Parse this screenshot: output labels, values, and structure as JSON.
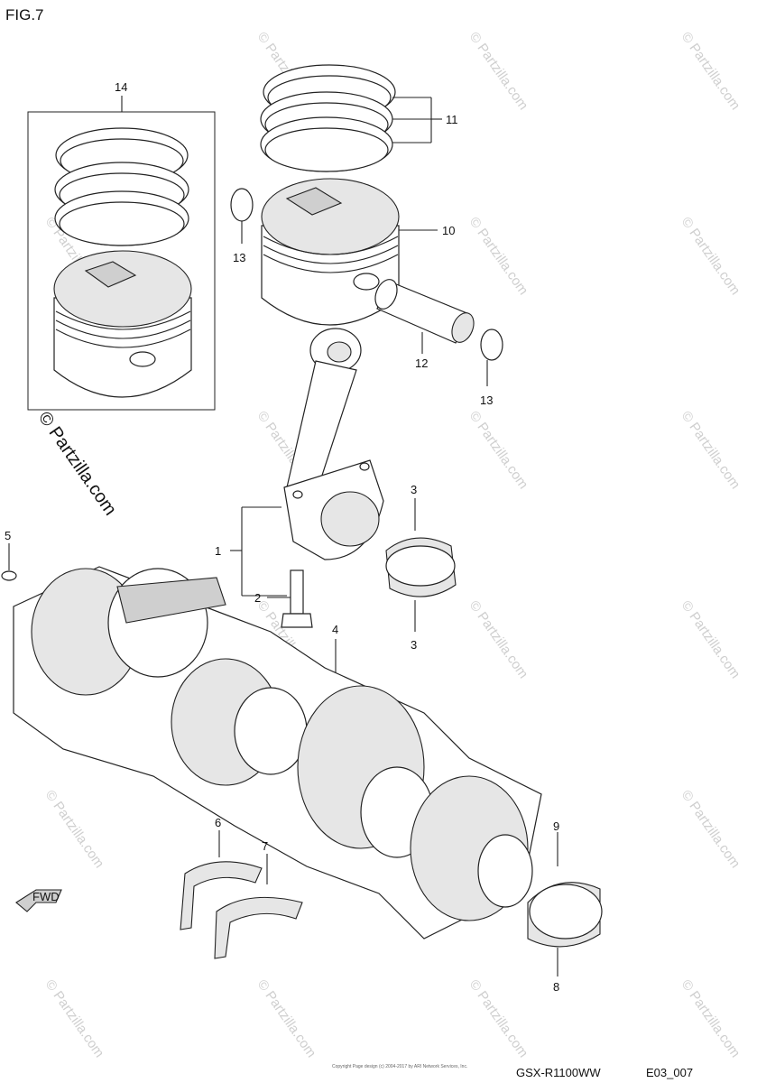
{
  "figure": {
    "title": "FIG.7",
    "model_code": "GSX-R1100WW",
    "drawing_code": "E03_007",
    "copyright_small": "Copyright\nPage design (c) 2004-2017 by ARI Network Services, Inc.",
    "fwd_label": "FWD"
  },
  "watermark": {
    "text": "© Partzilla.com",
    "side_text": "© Partzilla.com"
  },
  "callouts": [
    {
      "id": "c14",
      "label": "14"
    },
    {
      "id": "c11",
      "label": "11"
    },
    {
      "id": "c10",
      "label": "10"
    },
    {
      "id": "c13a",
      "label": "13"
    },
    {
      "id": "c12",
      "label": "12"
    },
    {
      "id": "c13b",
      "label": "13"
    },
    {
      "id": "c3a",
      "label": "3"
    },
    {
      "id": "c1",
      "label": "1"
    },
    {
      "id": "c5",
      "label": "5"
    },
    {
      "id": "c2",
      "label": "2"
    },
    {
      "id": "c3b",
      "label": "3"
    },
    {
      "id": "c4",
      "label": "4"
    },
    {
      "id": "c6",
      "label": "6"
    },
    {
      "id": "c7",
      "label": "7"
    },
    {
      "id": "c9",
      "label": "9"
    },
    {
      "id": "c8",
      "label": "8"
    }
  ],
  "parts": [
    {
      "name": "crankshaft",
      "icon": "crankshaft-drawing"
    },
    {
      "name": "connecting-rod",
      "icon": "conrod-drawing"
    },
    {
      "name": "piston",
      "icon": "piston-drawing"
    },
    {
      "name": "piston-rings",
      "icon": "ring-drawing"
    },
    {
      "name": "piston-pin",
      "icon": "pin-drawing"
    },
    {
      "name": "bearings",
      "icon": "bearing-drawing"
    }
  ]
}
